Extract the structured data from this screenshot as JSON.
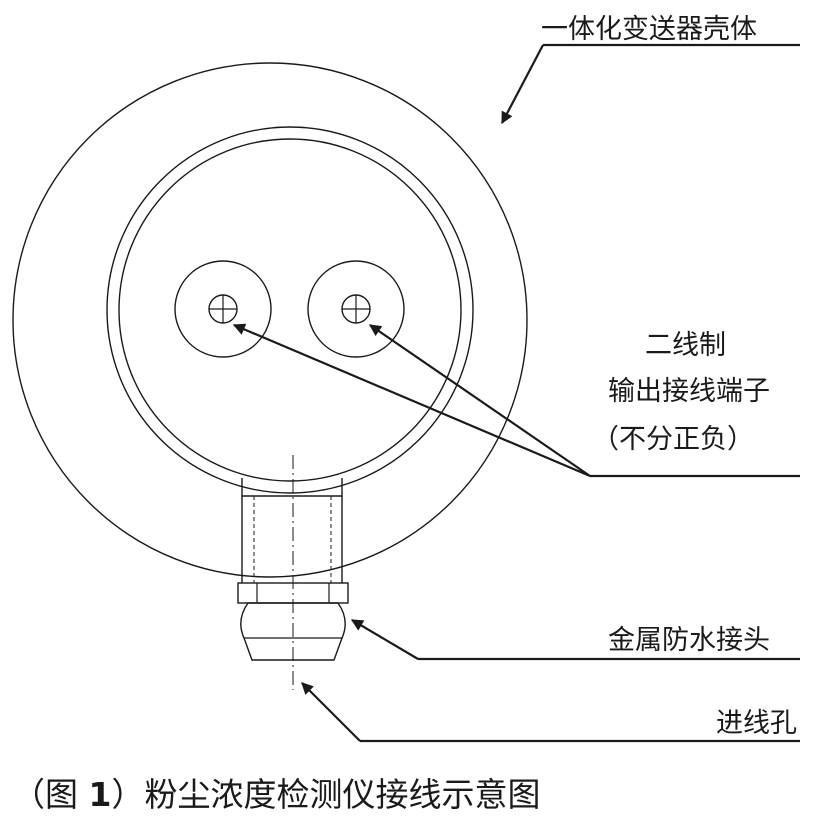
{
  "labels": {
    "housing": "一体化变送器壳体",
    "terminal_line1": "二线制",
    "terminal_line2": "输出接线端子",
    "terminal_line3": "（不分正负）",
    "connector": "金属防水接头",
    "inlet": "进线孔"
  },
  "caption": {
    "prefix": "（图 ",
    "number": "1",
    "suffix": "）粉尘浓度检测仪接线示意图"
  },
  "colors": {
    "line": "#1a1a1a",
    "background": "#ffffff"
  }
}
